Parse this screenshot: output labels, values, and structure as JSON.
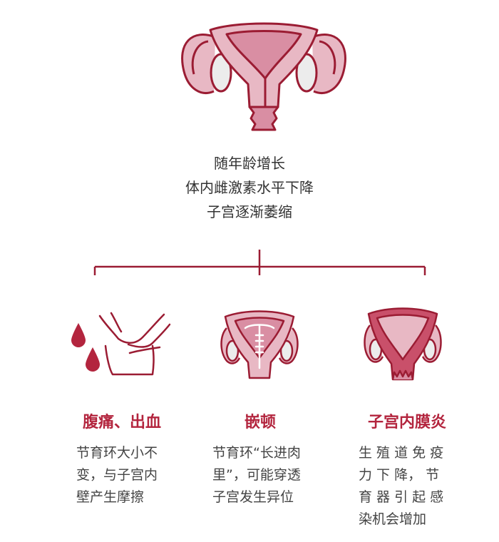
{
  "summary": {
    "lines": [
      "随年龄增长",
      "体内雌激素水平下降",
      "子宫逐渐萎缩"
    ]
  },
  "columns": [
    {
      "title": "腹痛、出血",
      "desc": [
        "节育环大小不",
        "变，与子宫内",
        "壁产生摩擦"
      ]
    },
    {
      "title": "嵌顿",
      "desc": [
        "节育环“长进肉",
        "里”，可能穿透",
        "子宫发生异位"
      ]
    },
    {
      "title": "子宫内膜炎",
      "desc": [
        "生 殖 道 免 疫",
        "力 下 降， 节",
        "育 器 引 起 感",
        "染机会增加"
      ]
    }
  ],
  "colors": {
    "accent": "#b3253e",
    "organ_fill": "#e8b8c4",
    "organ_inner": "#d98ea3",
    "ovary": "#ececec",
    "text": "#444444"
  }
}
